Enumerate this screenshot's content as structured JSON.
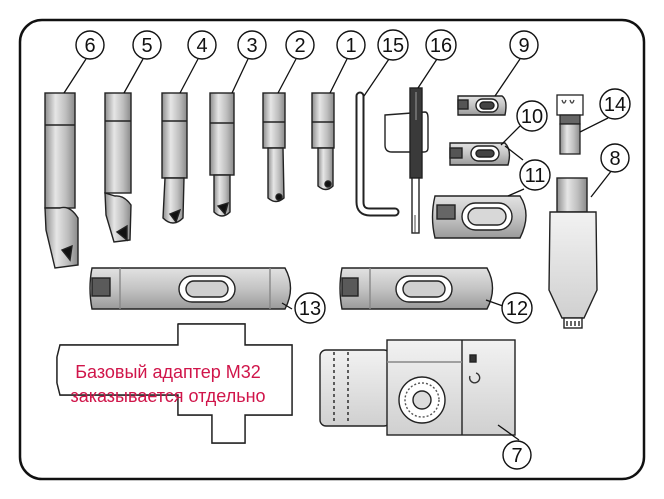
{
  "colors": {
    "line": "#111111",
    "tool_fill": "#c8c8c8",
    "tool_dark": "#9a9a9a",
    "note_text": "#d0154a"
  },
  "callouts": [
    {
      "id": "c1",
      "label": "1"
    },
    {
      "id": "c2",
      "label": "2"
    },
    {
      "id": "c3",
      "label": "3"
    },
    {
      "id": "c4",
      "label": "4"
    },
    {
      "id": "c5",
      "label": "5"
    },
    {
      "id": "c6",
      "label": "6"
    },
    {
      "id": "c7",
      "label": "7"
    },
    {
      "id": "c8",
      "label": "8"
    },
    {
      "id": "c9",
      "label": "9"
    },
    {
      "id": "c10",
      "label": "10"
    },
    {
      "id": "c11",
      "label": "11"
    },
    {
      "id": "c12",
      "label": "12"
    },
    {
      "id": "c13",
      "label": "13"
    },
    {
      "id": "c14",
      "label": "14"
    },
    {
      "id": "c15",
      "label": "15"
    },
    {
      "id": "c16",
      "label": "16"
    }
  ],
  "note": {
    "line1": "Базовый адаптер M32",
    "line2": "заказывается отдельно"
  }
}
